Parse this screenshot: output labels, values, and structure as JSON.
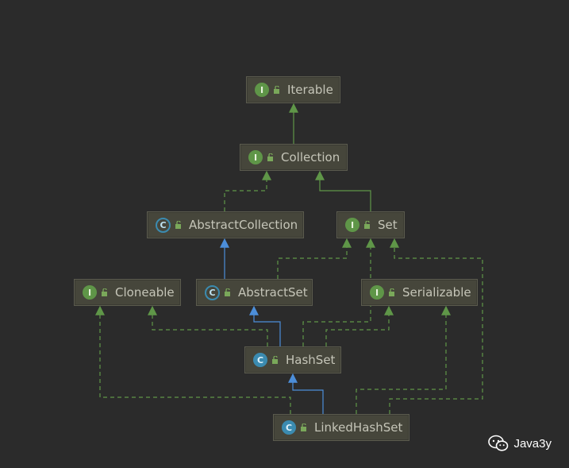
{
  "nodes": {
    "iterable": {
      "kind": "interface",
      "badge": "I",
      "label": "Iterable"
    },
    "collection": {
      "kind": "interface",
      "badge": "I",
      "label": "Collection"
    },
    "abstract_collection": {
      "kind": "abstract",
      "badge": "C",
      "label": "AbstractCollection"
    },
    "set": {
      "kind": "interface",
      "badge": "I",
      "label": "Set"
    },
    "cloneable": {
      "kind": "interface",
      "badge": "I",
      "label": "Cloneable"
    },
    "abstract_set": {
      "kind": "abstract",
      "badge": "C",
      "label": "AbstractSet"
    },
    "serializable": {
      "kind": "interface",
      "badge": "I",
      "label": "Serializable"
    },
    "hash_set": {
      "kind": "class",
      "badge": "C",
      "label": "HashSet"
    },
    "linked_hash_set": {
      "kind": "class",
      "badge": "C",
      "label": "LinkedHashSet"
    }
  },
  "edges": [
    {
      "from": "collection",
      "to": "iterable",
      "type": "extends-interface"
    },
    {
      "from": "abstract_collection",
      "to": "collection",
      "type": "implements"
    },
    {
      "from": "set",
      "to": "collection",
      "type": "extends-interface"
    },
    {
      "from": "abstract_set",
      "to": "abstract_collection",
      "type": "extends-class"
    },
    {
      "from": "abstract_set",
      "to": "set",
      "type": "implements"
    },
    {
      "from": "hash_set",
      "to": "abstract_set",
      "type": "extends-class"
    },
    {
      "from": "hash_set",
      "to": "cloneable",
      "type": "implements"
    },
    {
      "from": "hash_set",
      "to": "set",
      "type": "implements"
    },
    {
      "from": "hash_set",
      "to": "serializable",
      "type": "implements"
    },
    {
      "from": "linked_hash_set",
      "to": "hash_set",
      "type": "extends-class"
    },
    {
      "from": "linked_hash_set",
      "to": "cloneable",
      "type": "implements"
    },
    {
      "from": "linked_hash_set",
      "to": "set",
      "type": "implements"
    },
    {
      "from": "linked_hash_set",
      "to": "serializable",
      "type": "implements"
    }
  ],
  "colors": {
    "background": "#2b2b2b",
    "interface_edge": "#5f9648",
    "class_edge": "#4c8ed9",
    "node_fill": "#46463b"
  },
  "watermark": {
    "icon": "wechat-icon",
    "text": "Java3y"
  }
}
